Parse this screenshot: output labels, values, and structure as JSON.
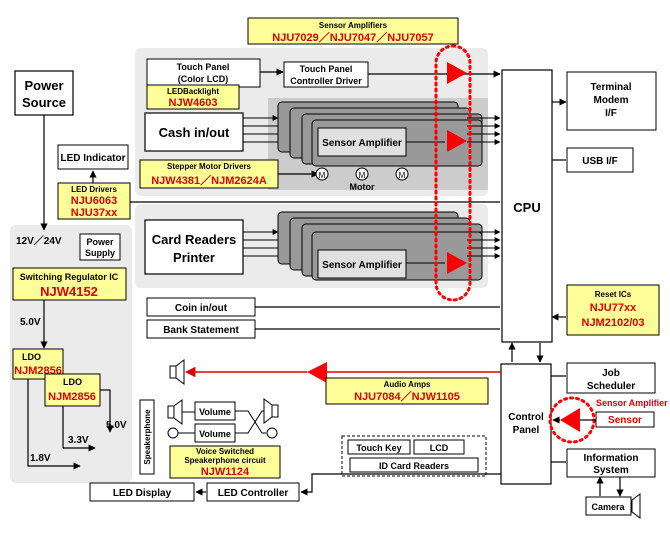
{
  "power_source": {
    "line1": "Power",
    "line2": "Source"
  },
  "voltage_12_24": "12V／24V",
  "power_supply": {
    "line1": "Power",
    "line2": "Supply"
  },
  "switching_regulator": {
    "title": "Switching Regulator IC",
    "part": "NJW4152"
  },
  "voltage_5v_a": "5.0V",
  "ldo_1": {
    "title": "LDO",
    "part": "NJM2856"
  },
  "ldo_2": {
    "title": "LDO",
    "part": "NJM2856"
  },
  "voltage_5v_b": "5.0V",
  "voltage_3v3": "3.3V",
  "voltage_1v8": "1.8V",
  "led_indicator": "LED Indicator",
  "led_drivers": {
    "title": "LED Drivers",
    "part1": "NJU6063",
    "part2": "NJU37xx"
  },
  "touch_panel": {
    "line1": "Touch Panel",
    "line2": "(Color LCD)"
  },
  "touch_panel_driver": {
    "line1": "Touch Panel",
    "line2": "Controller Driver"
  },
  "led_backlight": {
    "title": "LEDBacklight",
    "part": "NJW4603"
  },
  "cash_inout": "Cash in/out",
  "sensor_amp_1": "Sensor Amplifier",
  "stepper_drivers": {
    "title": "Stepper Motor Drivers",
    "part": "NJW4381／NJM2624A"
  },
  "motor_symbol": "M",
  "motor_label": "Motor",
  "sensor_amps_header": {
    "title": "Sensor Amplifiers",
    "part": "NJU7029／NJU7047／NJU7057"
  },
  "card_readers": {
    "line1": "Card Readers",
    "line2": "Printer"
  },
  "sensor_amp_2": "Sensor Amplifier",
  "cpu": "CPU",
  "terminal_modem": {
    "line1": "Terminal",
    "line2": "Modem",
    "line3": "I/F"
  },
  "usb_if": "USB I/F",
  "reset_ics": {
    "title": "Reset ICs",
    "part1": "NJU77xx",
    "part2": "NJM2102/03"
  },
  "coin_inout": "Coin in/out",
  "bank_statement": "Bank Statement",
  "audio_amps": {
    "title": "Audio Amps",
    "part": "NJU7084／NJW1105"
  },
  "speakerphone": "Speakerphone",
  "volume_1": "Volume",
  "volume_2": "Volume",
  "voice_switched": {
    "line1": "Voice Switched",
    "line2": "Speakerphone circuit",
    "part": "NJW1124"
  },
  "led_display": "LED Display",
  "led_controller": "LED Controller",
  "touch_key": "Touch Key",
  "lcd": "LCD",
  "id_card_readers": "ID Card Readers",
  "control_panel": {
    "line1": "Control",
    "line2": "Panel"
  },
  "job_scheduler": {
    "line1": "Job",
    "line2": "Scheduler"
  },
  "sensor_amp_cp": "Sensor Amplifier",
  "sensor": "Sensor",
  "information_system": {
    "line1": "Information",
    "line2": "System"
  },
  "camera": "Camera",
  "colors": {
    "highlight": "#ffff99",
    "part_red": "#e00000",
    "gray_region": "#ebebeb",
    "amp_red": "#ff0000"
  }
}
